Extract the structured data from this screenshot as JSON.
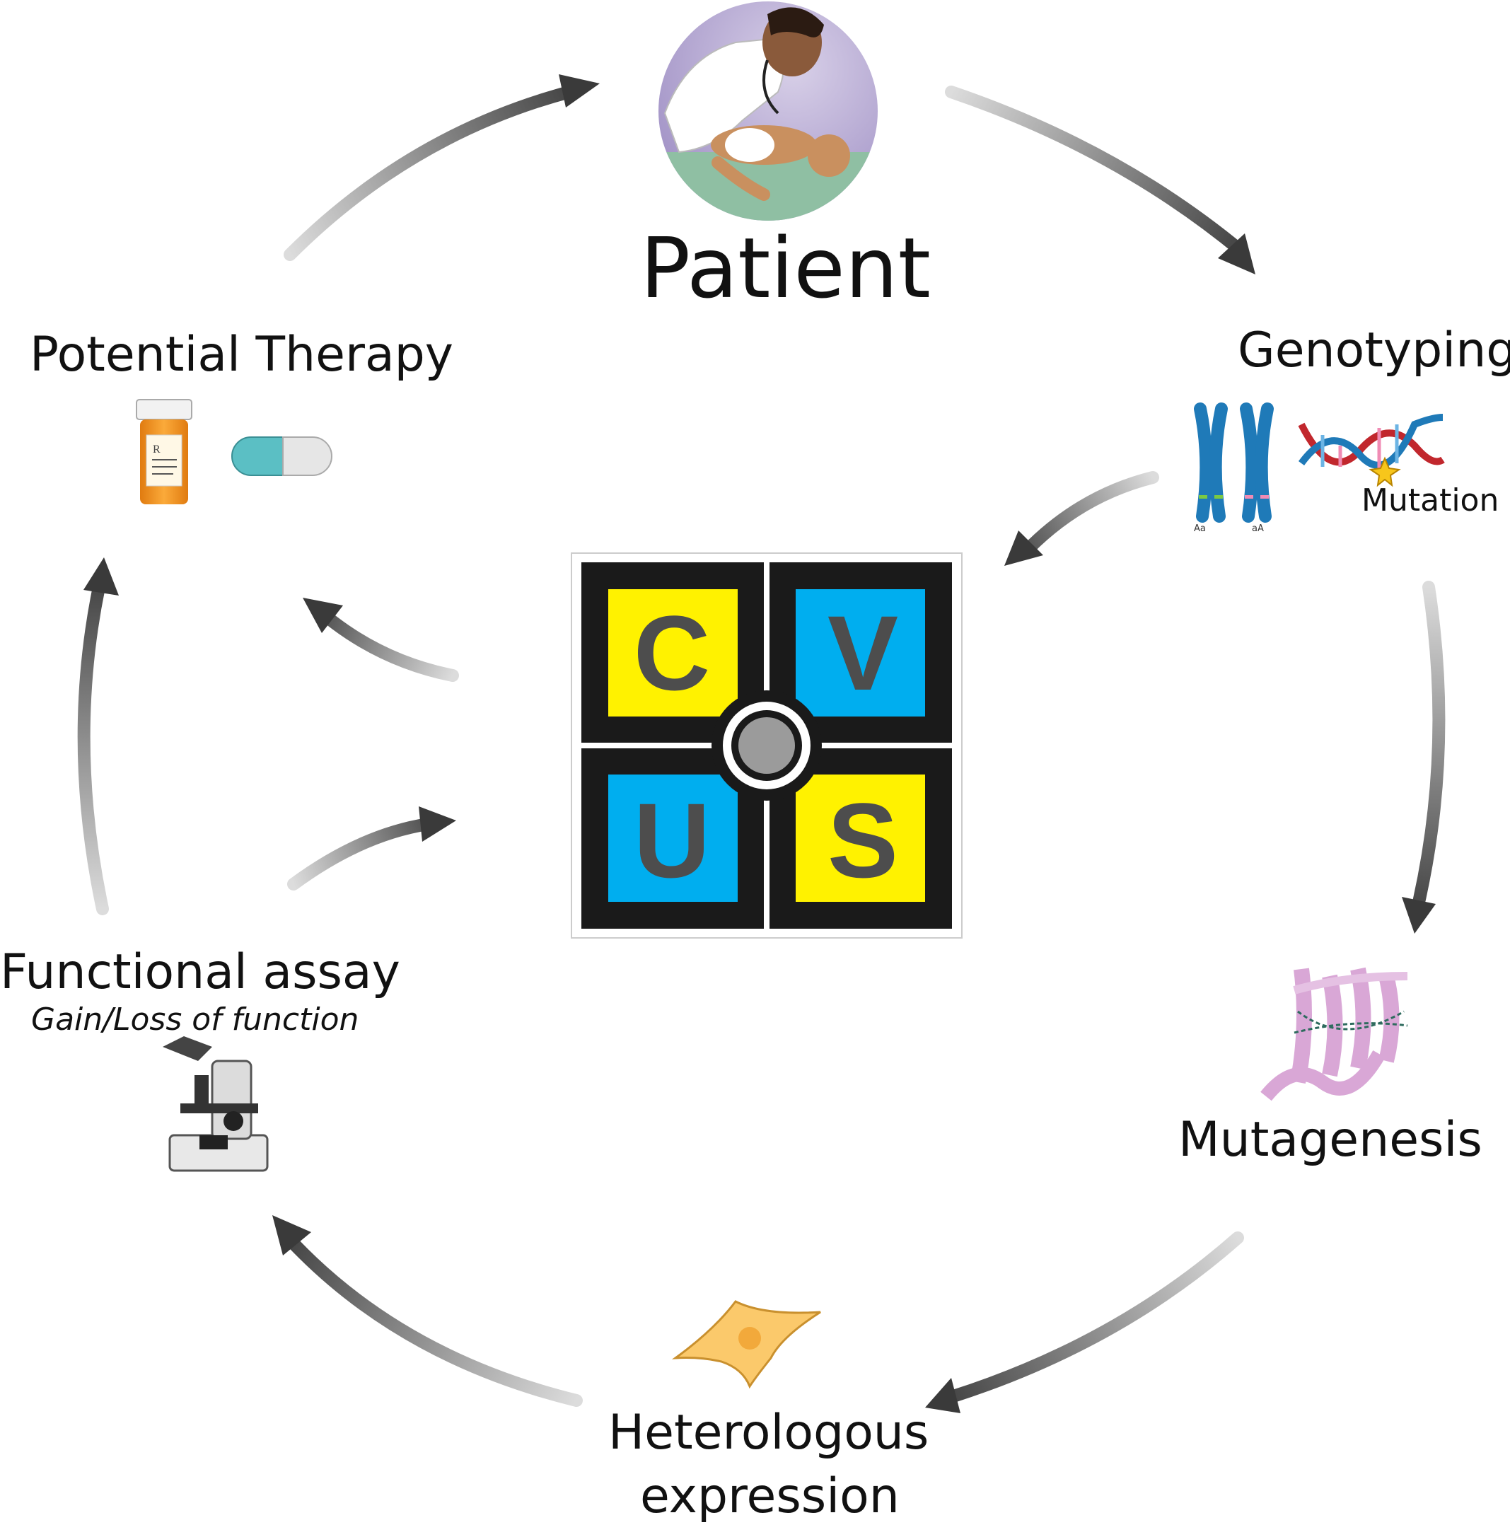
{
  "diagram": {
    "center_logo": {
      "letters": [
        "C",
        "V",
        "U",
        "S"
      ]
    },
    "nodes": {
      "patient": {
        "label": "Patient"
      },
      "genotyping": {
        "label": "Genotyping",
        "sub_label": "Mutation",
        "chromosome_labels": [
          "Aa",
          "aA"
        ]
      },
      "mutagenesis": {
        "label": "Mutagenesis"
      },
      "heterologous_expression": {
        "label_line1": "Heterologous",
        "label_line2": "expression"
      },
      "functional_assay": {
        "label": "Functional assay",
        "sub_label": "Gain/Loss of function"
      },
      "potential_therapy": {
        "label": "Potential Therapy"
      }
    },
    "colors": {
      "arrow_dark": "#3c3c3c",
      "arrow_light": "#d8d8d8",
      "cvus_yellow": "#fff200",
      "cvus_blue": "#00aeef",
      "cvus_frame": "#1a1a1a",
      "cvus_letter": "#4d4d4d",
      "pill_orange": "#f7941d",
      "capsule_teal": "#5bbfc4",
      "chromosome_blue": "#1f7ab8",
      "dna_red": "#c1272d",
      "protein_pink": "#d9a7d6",
      "cell_orange": "#fbc96b"
    }
  }
}
